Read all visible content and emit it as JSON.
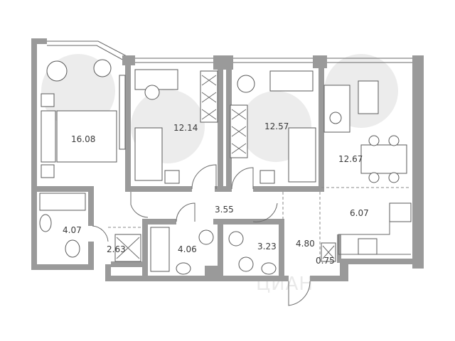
{
  "rooms": [
    {
      "id": "bedroom-main",
      "area": "16.08"
    },
    {
      "id": "bedroom-2",
      "area": "12.14"
    },
    {
      "id": "bedroom-3",
      "area": "12.57"
    },
    {
      "id": "living-kitchen",
      "area": "12.67"
    },
    {
      "id": "kitchen",
      "area": "6.07"
    },
    {
      "id": "bathroom-1",
      "area": "4.07"
    },
    {
      "id": "closet",
      "area": "2.63"
    },
    {
      "id": "hall",
      "area": "3.55"
    },
    {
      "id": "bathroom-2",
      "area": "4.06"
    },
    {
      "id": "wc",
      "area": "3.23"
    },
    {
      "id": "corridor",
      "area": "4.80"
    },
    {
      "id": "storage",
      "area": "0.75"
    }
  ],
  "watermark": "ЦИАН",
  "colors": {
    "wall": "#9a9a9a",
    "furniture": "#5a5a5a",
    "zone_circle": "#ececec",
    "text": "#3a3a3a"
  }
}
